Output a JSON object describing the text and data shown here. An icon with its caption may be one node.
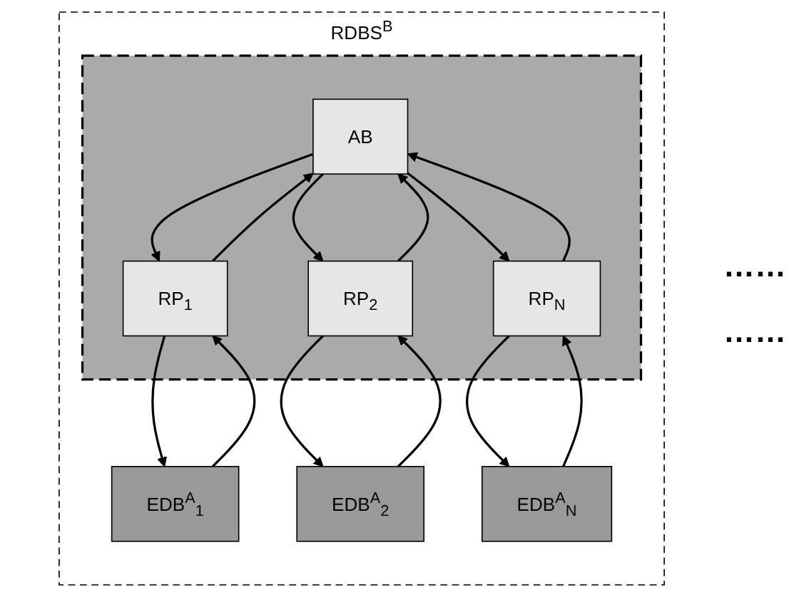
{
  "diagram": {
    "nodes": [
      {
        "text": [
          "RDBS$^{B}$"
        ]
      },
      {
        "text": [],
        "shape": "box",
        "in": 0
      },
      {
        "text": [
          "AB"
        ],
        "in": 1
      },
      {
        "text": [
          "RP$_{1}$"
        ],
        "in": 1
      },
      {
        "text": [
          "RP$_{2}$"
        ],
        "in": 1
      },
      {
        "text": [
          "RP$_{N}$"
        ],
        "in": 1
      },
      {
        "text": [
          "EDB$^{A}$$_{1}$"
        ],
        "in": 0
      },
      {
        "text": [
          "EDB$^{A}$$_{2}$"
        ],
        "in": 0
      },
      {
        "text": [
          "EDB$^{A}$$_{N}$"
        ],
        "in": 0
      }
    ],
    "edges": [
      {
        "from": 3,
        "to": 2,
        "arrow": "to"
      },
      {
        "from": 2,
        "to": 3,
        "arrow": "to"
      },
      {
        "from": 4,
        "to": 2,
        "arrow": "to"
      },
      {
        "from": 2,
        "to": 4,
        "arrow": "to"
      },
      {
        "from": 5,
        "to": 2,
        "arrow": "to"
      },
      {
        "from": 2,
        "to": 5,
        "arrow": "to"
      },
      {
        "from": 6,
        "to": 3,
        "arrow": "to"
      },
      {
        "from": 3,
        "to": 6,
        "arrow": "to"
      },
      {
        "from": 7,
        "to": 4,
        "arrow": "to"
      },
      {
        "from": 4,
        "to": 7,
        "arrow": "to"
      },
      {
        "from": 8,
        "to": 5,
        "arrow": "to"
      },
      {
        "from": 5,
        "to": 8,
        "arrow": "to"
      }
    ],
    "labels": [
      "……",
      "……"
    ]
  }
}
